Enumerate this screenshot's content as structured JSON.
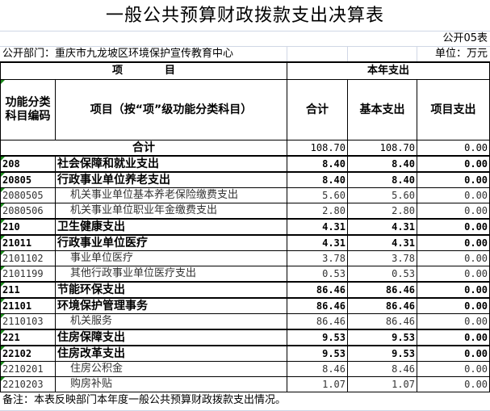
{
  "title": "一般公共预算财政拨款支出决算表",
  "form_no": "公开05表",
  "department": "公开部门：重庆市九龙坡区环境保护宣传教育中心",
  "unit": "单位：万元",
  "header": {
    "item": "项　　　　目",
    "current_year": "本年支出",
    "code": "功能分类科目编码",
    "name": "项目（按“项”级功能分类科目）",
    "total": "合计",
    "basic": "基本支出",
    "project": "项目支出"
  },
  "total_row": {
    "label": "合计",
    "total": "108.70",
    "basic": "108.70",
    "project": "0.00"
  },
  "rows": [
    {
      "code": "208",
      "name": "社会保障和就业支出",
      "total": "8.40",
      "basic": "8.40",
      "project": "0.00"
    },
    {
      "code": "20805",
      "name": "行政事业单位养老支出",
      "total": "8.40",
      "basic": "8.40",
      "project": "0.00"
    },
    {
      "code": "2080505",
      "name": "机关事业单位基本养老保险缴费支出",
      "total": "5.60",
      "basic": "5.60",
      "project": "0.00"
    },
    {
      "code": "2080506",
      "name": "机关事业单位职业年金缴费支出",
      "total": "2.80",
      "basic": "2.80",
      "project": "0.00"
    },
    {
      "code": "210",
      "name": "卫生健康支出",
      "total": "4.31",
      "basic": "4.31",
      "project": "0.00"
    },
    {
      "code": "21011",
      "name": "行政事业单位医疗",
      "total": "4.31",
      "basic": "4.31",
      "project": "0.00"
    },
    {
      "code": "2101102",
      "name": "事业单位医疗",
      "total": "3.78",
      "basic": "3.78",
      "project": "0.00"
    },
    {
      "code": "2101199",
      "name": "其他行政事业单位医疗支出",
      "total": "0.53",
      "basic": "0.53",
      "project": "0.00"
    },
    {
      "code": "211",
      "name": "节能环保支出",
      "total": "86.46",
      "basic": "86.46",
      "project": "0.00"
    },
    {
      "code": "21101",
      "name": "环境保护管理事务",
      "total": "86.46",
      "basic": "86.46",
      "project": "0.00"
    },
    {
      "code": "2110103",
      "name": "机关服务",
      "total": "86.46",
      "basic": "86.46",
      "project": "0.00"
    },
    {
      "code": "221",
      "name": "住房保障支出",
      "total": "9.53",
      "basic": "9.53",
      "project": "0.00"
    },
    {
      "code": "22102",
      "name": "住房改革支出",
      "total": "9.53",
      "basic": "9.53",
      "project": "0.00"
    },
    {
      "code": "2210201",
      "name": "住房公积金",
      "total": "8.46",
      "basic": "8.46",
      "project": "0.00"
    },
    {
      "code": "2210203",
      "name": "购房补贴",
      "total": "1.07",
      "basic": "1.07",
      "project": "0.00"
    }
  ],
  "note": "备注：本表反映部门本年度一般公共预算财政拨款支出情况。"
}
